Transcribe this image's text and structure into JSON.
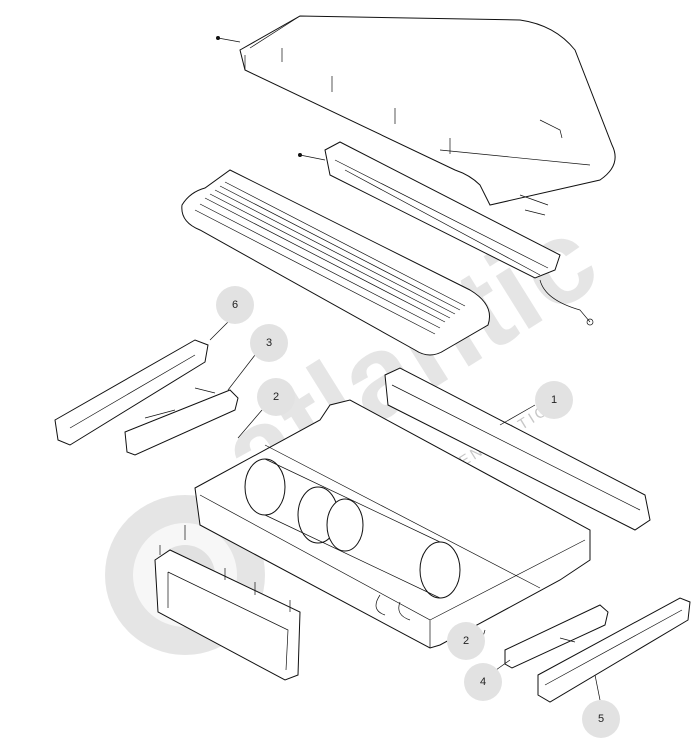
{
  "watermark": {
    "brand": "atlantic",
    "tagline": "CLIMATISATION ET VENTILATION"
  },
  "callouts": [
    {
      "label": "1"
    },
    {
      "label": "2"
    },
    {
      "label": "2"
    },
    {
      "label": "3"
    },
    {
      "label": "4"
    },
    {
      "label": "5"
    },
    {
      "label": "6"
    }
  ]
}
